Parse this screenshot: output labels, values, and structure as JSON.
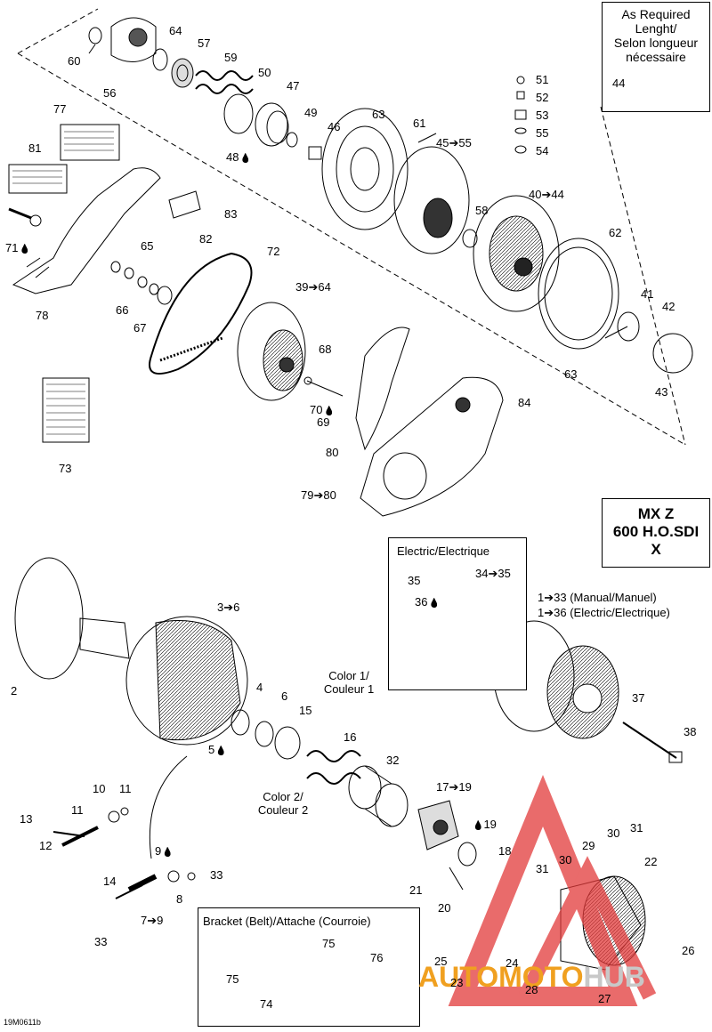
{
  "diagram": {
    "code": "19M0611b",
    "model": [
      "MX Z",
      "600 H.O.SDI",
      "X"
    ],
    "as_required": [
      "As Required",
      "Lenght/",
      "Selon longueur",
      "nécessaire"
    ],
    "electric_title": "Electric/Electrique",
    "bracket_title": "Bracket (Belt)/Attache (Courroie)",
    "color1": [
      "Color 1/",
      "Couleur 1"
    ],
    "color2": [
      "Color 2/",
      "Couleur 2"
    ],
    "manual_label": "1➔33 (Manual/Manuel)",
    "electric_label": "1➔36 (Electric/Electrique)",
    "watermark": {
      "part1": "AUTOMOTO",
      "part2": "HUB",
      "color1": "#f0a020",
      "color2": "#c8c8c8",
      "logo_color": "#e23a3a"
    },
    "drop_icon": "oil-drop-icon",
    "callouts": [
      {
        "text": "60"
      },
      {
        "text": "64"
      },
      {
        "text": "57"
      },
      {
        "text": "59"
      },
      {
        "text": "56"
      },
      {
        "text": "50"
      },
      {
        "text": "47"
      },
      {
        "text": "49"
      },
      {
        "text": "46"
      },
      {
        "text": "48",
        "drop": true
      },
      {
        "text": "63"
      },
      {
        "text": "61"
      },
      {
        "text": "45➔55"
      },
      {
        "text": "51"
      },
      {
        "text": "52"
      },
      {
        "text": "53"
      },
      {
        "text": "55"
      },
      {
        "text": "54"
      },
      {
        "text": "44"
      },
      {
        "text": "77"
      },
      {
        "text": "81"
      },
      {
        "text": "83"
      },
      {
        "text": "82"
      },
      {
        "text": "71",
        "drop": true
      },
      {
        "text": "65"
      },
      {
        "text": "66"
      },
      {
        "text": "67"
      },
      {
        "text": "78"
      },
      {
        "text": "72"
      },
      {
        "text": "39➔64"
      },
      {
        "text": "58"
      },
      {
        "text": "40➔44"
      },
      {
        "text": "62"
      },
      {
        "text": "41"
      },
      {
        "text": "42"
      },
      {
        "text": "63"
      },
      {
        "text": "43"
      },
      {
        "text": "68"
      },
      {
        "text": "70",
        "drop": true
      },
      {
        "text": "69"
      },
      {
        "text": "84"
      },
      {
        "text": "80"
      },
      {
        "text": "79➔80"
      },
      {
        "text": "73"
      },
      {
        "text": "35"
      },
      {
        "text": "34➔35"
      },
      {
        "text": "36",
        "drop": true
      },
      {
        "text": "3➔6"
      },
      {
        "text": "2"
      },
      {
        "text": "4"
      },
      {
        "text": "6"
      },
      {
        "text": "15"
      },
      {
        "text": "5",
        "drop": true
      },
      {
        "text": "16"
      },
      {
        "text": "32"
      },
      {
        "text": "37"
      },
      {
        "text": "38"
      },
      {
        "text": "17➔19"
      },
      {
        "text": "19",
        "drop_before": true
      },
      {
        "text": "10"
      },
      {
        "text": "11"
      },
      {
        "text": "11"
      },
      {
        "text": "13"
      },
      {
        "text": "12"
      },
      {
        "text": "9",
        "drop": true
      },
      {
        "text": "33"
      },
      {
        "text": "8"
      },
      {
        "text": "14"
      },
      {
        "text": "7➔9"
      },
      {
        "text": "33"
      },
      {
        "text": "18"
      },
      {
        "text": "21"
      },
      {
        "text": "20"
      },
      {
        "text": "29"
      },
      {
        "text": "30"
      },
      {
        "text": "31"
      },
      {
        "text": "31"
      },
      {
        "text": "30"
      },
      {
        "text": "22"
      },
      {
        "text": "25"
      },
      {
        "text": "24"
      },
      {
        "text": "23"
      },
      {
        "text": "28"
      },
      {
        "text": "27"
      },
      {
        "text": "26"
      },
      {
        "text": "75"
      },
      {
        "text": "76"
      },
      {
        "text": "75"
      },
      {
        "text": "74"
      }
    ]
  }
}
